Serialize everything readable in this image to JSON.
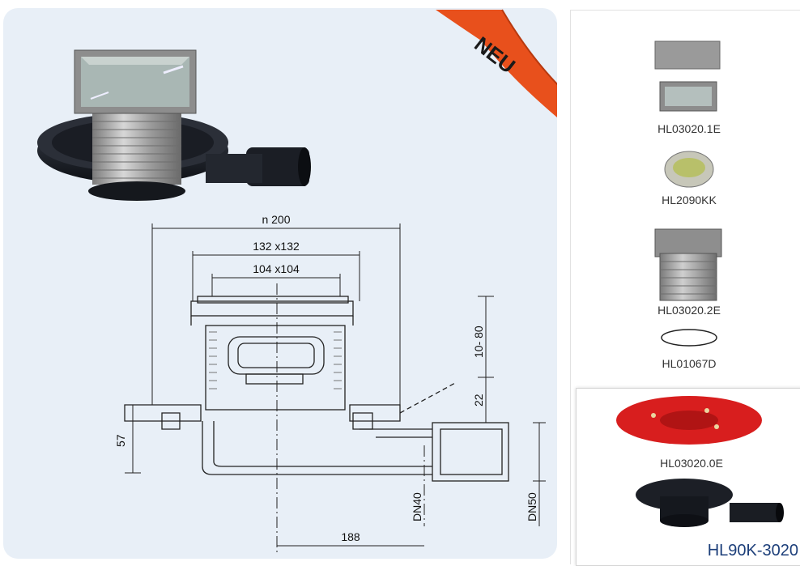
{
  "badge": {
    "text": "NEU",
    "color": "#e8501c"
  },
  "drawing": {
    "dims": {
      "outer_width": "n 200",
      "frame_size": "132 x132",
      "grate_size": "104 x104",
      "height_adjust": "10- 80",
      "offset": "22",
      "height": "57",
      "outlet_dn40": "DN40",
      "outlet_dn50": "DN50",
      "length": "188"
    }
  },
  "parts": [
    {
      "code": "HL03020.1E",
      "icon": "grate-icon"
    },
    {
      "code": "HL2090KK",
      "icon": "odour-trap-icon"
    },
    {
      "code": "HL03020.2E",
      "icon": "extension-piece-icon"
    },
    {
      "code": "HL01067D",
      "icon": "o-ring-icon"
    },
    {
      "code": "HL03020.0E",
      "icon": "sealing-flange-icon"
    }
  ],
  "kit": {
    "title": "HL90K-3020"
  },
  "colors": {
    "panel_bg": "#e8eff7",
    "kit_title": "#1d3f7a",
    "flange_red": "#d81e1e"
  }
}
